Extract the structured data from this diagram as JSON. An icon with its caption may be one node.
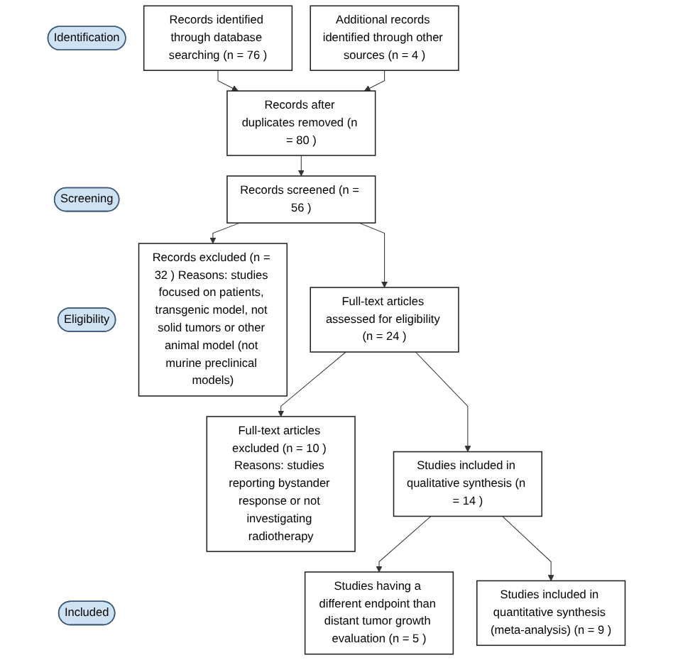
{
  "diagram": {
    "nodes": [
      {
        "text": [
          "Identification"
        ]
      },
      {
        "text": [
          "Screening"
        ]
      },
      {
        "text": [
          "Eligibility"
        ]
      },
      {
        "text": [
          "Included"
        ]
      },
      {
        "text": [
          "Records identified through database searching (n = 76 )"
        ]
      },
      {
        "text": [
          "Additional records identified through other sources (n = 4 )"
        ]
      },
      {
        "text": [
          "Records after duplicates removed (n = 80 )"
        ]
      },
      {
        "text": [
          "Records screened (n = 56 )"
        ]
      },
      {
        "text": [
          "Records excluded (n = 32 ) Reasons: studies focused on patients, transgenic model, not solid tumors or other animal model (not murine preclinical models)"
        ]
      },
      {
        "text": [
          "Full-text articles assessed for eligibility (n = 24 )"
        ]
      },
      {
        "text": [
          "Full-text articles excluded (n = 10 ) Reasons: studies reporting bystander response or not investigating radiotherapy"
        ]
      },
      {
        "text": [
          "Studies included in qualitative synthesis (n = 14 )"
        ]
      },
      {
        "text": [
          "Studies having a different endpoint than distant tumor growth evaluation (n = 5 )"
        ]
      },
      {
        "text": [
          "Studies included in quantitative synthesis (meta-analysis) (n = 9 )"
        ]
      }
    ],
    "edges": [
      {
        "from": 4,
        "to": 6,
        "arrow": "to"
      },
      {
        "from": 5,
        "to": 6,
        "arrow": "to"
      },
      {
        "from": 6,
        "to": 7,
        "arrow": "to"
      },
      {
        "from": 7,
        "to": 8,
        "arrow": "to"
      },
      {
        "from": 7,
        "to": 9,
        "arrow": "to"
      },
      {
        "from": 9,
        "to": 10,
        "arrow": "to"
      },
      {
        "from": 9,
        "to": 11,
        "arrow": "to"
      },
      {
        "from": 11,
        "to": 12,
        "arrow": "to"
      },
      {
        "from": 11,
        "to": 13,
        "arrow": "to"
      }
    ]
  }
}
